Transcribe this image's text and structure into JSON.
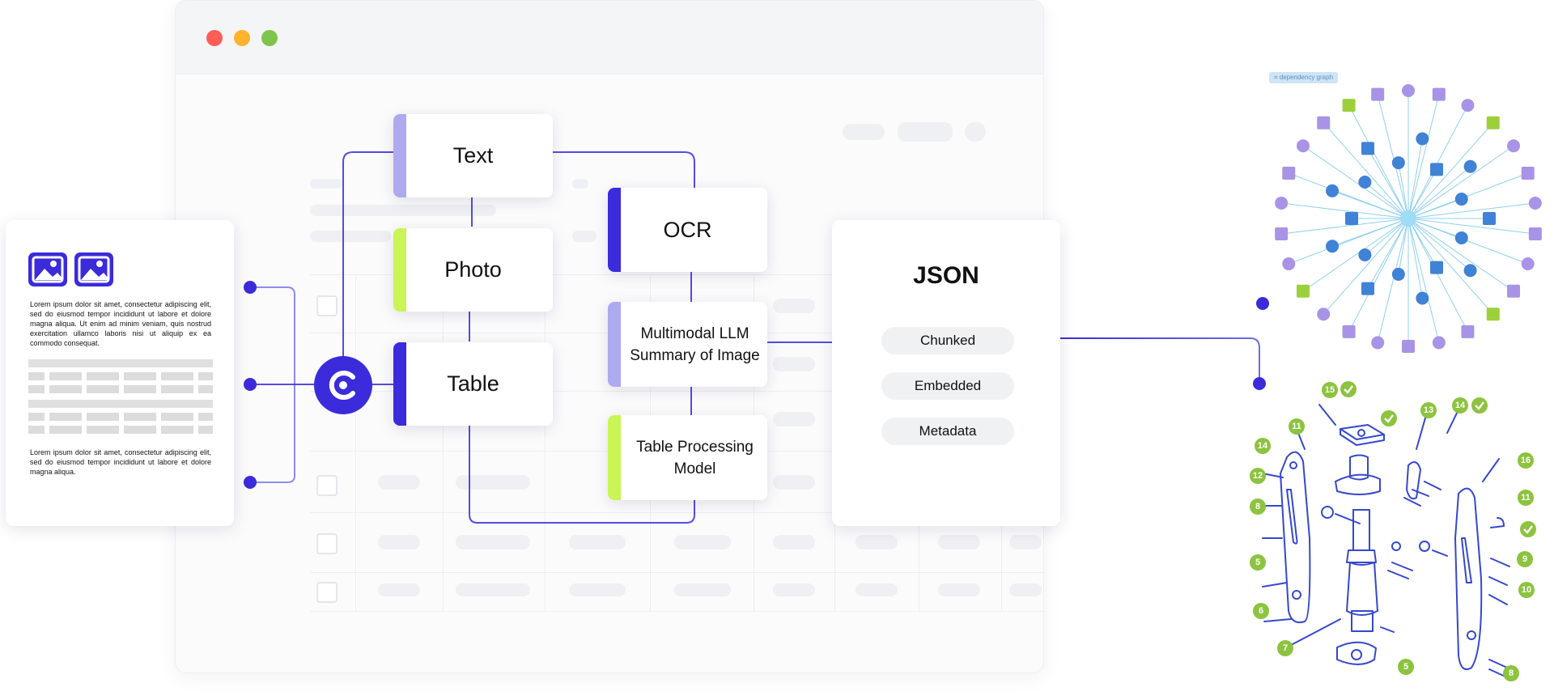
{
  "colors": {
    "accent": "#3b2bdb",
    "lavender": "#aeaaf0",
    "lime": "#c9f556",
    "graph_purple": "#a893e6",
    "graph_blue": "#3f82d6",
    "graph_green": "#9bd03c",
    "diagram_blue": "#3548cc",
    "callout_green": "#8cc33f"
  },
  "window": {
    "controls": [
      "close",
      "minimize",
      "maximize"
    ]
  },
  "source_document": {
    "icons": [
      "image-icon",
      "image-icon"
    ],
    "paragraph_1": "Lorem ipsum dolor sit amet, consectetur adipiscing elit, sed do eiusmod tempor incididunt ut labore et dolore magna aliqua. Ut enim ad minim veniam, quis nostrud exercitation ullamco laboris nisi ut aliquip ex ea commodo consequat.",
    "paragraph_2": "Lorem ipsum dolor sit amet, consectetur adipiscing elit, sed do eiusmod tempor incididunt ut labore et dolore magna aliqua."
  },
  "pipeline": {
    "logo_icon": "c-logo-icon",
    "nodes": {
      "text": "Text",
      "photo": "Photo",
      "table": "Table",
      "ocr": "OCR",
      "mllm": "Multimodal LLM Summary of Image",
      "table_model": "Table Processing Model"
    }
  },
  "output": {
    "title": "JSON",
    "tags": [
      "Chunked",
      "Embedded",
      "Metadata"
    ]
  },
  "dependency_graph": {
    "tag": "dependency graph"
  },
  "exploded_diagram": {
    "callouts": [
      "15",
      "13",
      "14",
      "11",
      "14",
      "16",
      "12",
      "8",
      "11",
      "5",
      "9",
      "10",
      "6",
      "7",
      "5",
      "8"
    ],
    "check_count": 4
  }
}
